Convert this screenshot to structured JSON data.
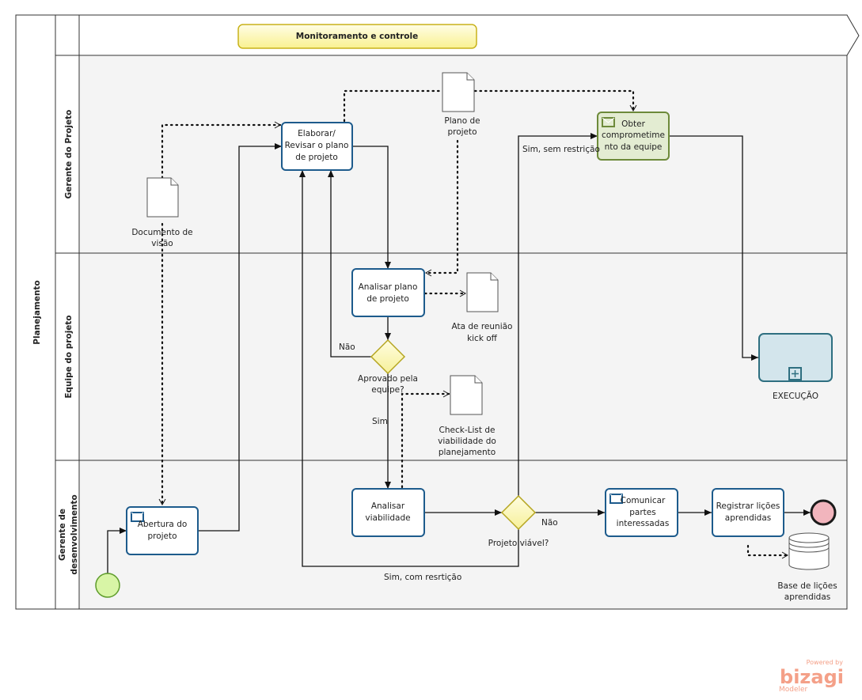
{
  "pool": {
    "label": "Planejamento"
  },
  "phase": {
    "label": "Monitoramento e controle"
  },
  "lanes": [
    {
      "label": "Gerente do Projeto"
    },
    {
      "label": "Equipe do projeto"
    },
    {
      "label": "Gerente de desenvolvimento"
    }
  ],
  "tasks": {
    "elaborar": [
      "Elaborar/",
      "Revisar o plano",
      "de projeto"
    ],
    "obter": [
      "Obter",
      "comprometime",
      "nto da equipe"
    ],
    "analisar_plano": [
      "Analisar plano",
      "de projeto"
    ],
    "analisar_viab": [
      "Analisar",
      "viabilidade"
    ],
    "abertura": [
      "Abertura do",
      "projeto"
    ],
    "comunicar": [
      "Comunicar",
      "partes",
      "interessadas"
    ],
    "registrar": [
      "Registrar lições",
      "aprendidas"
    ],
    "execucao": "EXECUÇÃO"
  },
  "gateways": {
    "aprovado": [
      "Aprovado pela",
      "equipe?"
    ],
    "viavel": "Projeto viável?"
  },
  "flow_labels": {
    "nao1": "Não",
    "sim": "Sim",
    "nao2": "Não",
    "sim_sem": "Sim, sem restrição",
    "sim_com": "Sim, com resrtição"
  },
  "artifacts": {
    "plano": [
      "Plano de",
      "projeto"
    ],
    "documento": [
      "Documento de",
      "visão"
    ],
    "ata": [
      "Ata de reunião",
      "kick off"
    ],
    "checklist": [
      "Check-List de",
      "viabilidade do",
      "planejamento"
    ],
    "base": [
      "Base de lições",
      "aprendidas"
    ]
  },
  "branding": {
    "powered": "Powered by",
    "name": "bizagi",
    "product": "Modeler"
  },
  "colors": {
    "task_border": "#1d5b8c",
    "gateway_fill": "#fdfbc8",
    "gateway_stroke": "#b5a520",
    "start_fill": "#d8f5a6",
    "end_fill": "#f2b5bd",
    "phase_fill": "#fdf9b3",
    "brand": "#f4a088"
  }
}
